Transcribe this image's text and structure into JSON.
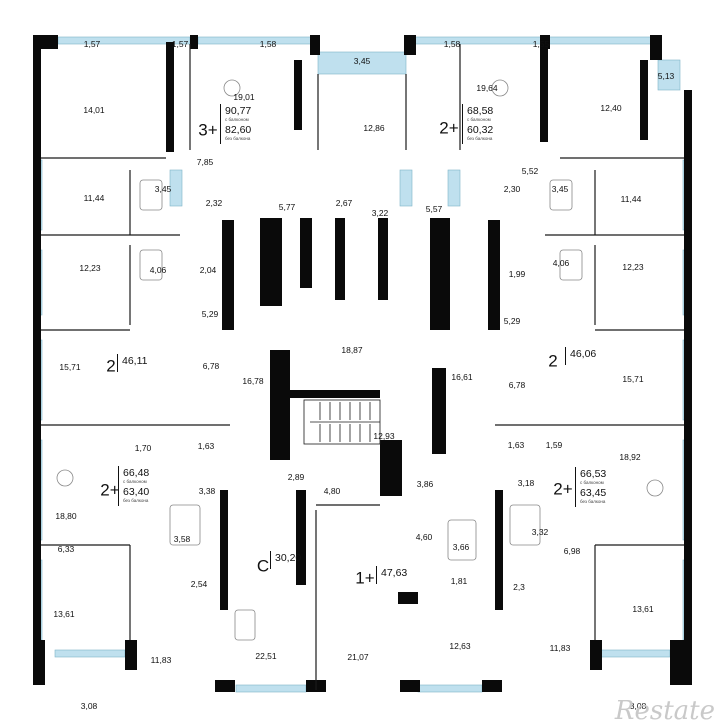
{
  "rooms": [
    "1,57",
    "1,57",
    "1,58",
    "3,45",
    "1,58",
    "1,55",
    "5,13",
    "14,01",
    "19,01",
    "12,86",
    "19,64",
    "12,40",
    "7,85",
    "5,52",
    "11,44",
    "3,45",
    "2,32",
    "5,77",
    "2,67",
    "3,22",
    "5,57",
    "2,30",
    "3,45",
    "11,44",
    "12,23",
    "4,06",
    "2,04",
    "1,99",
    "4,06",
    "12,23",
    "5,29",
    "5,29",
    "18,87",
    "15,71",
    "6,78",
    "16,78",
    "16,61",
    "6,78",
    "15,71",
    "1,70",
    "1,63",
    "12,93",
    "1,63",
    "1,59",
    "18,92",
    "2,89",
    "3,38",
    "4,80",
    "3,86",
    "3,18",
    "18,80",
    "3,58",
    "4,60",
    "3,66",
    "3,32",
    "6,33",
    "2,54",
    "1,81",
    "2,3",
    "6,98",
    "13,61",
    "13,61",
    "11,83",
    "22,51",
    "21,07",
    "12,63",
    "11,83",
    "3,08",
    "3,08"
  ],
  "apartments": [
    {
      "rooms": "3+",
      "total": "90,77",
      "note_with": "с балконом",
      "alt": "82,60",
      "note_without": "без балкона"
    },
    {
      "rooms": "2+",
      "total": "68,58",
      "note_with": "с балконом",
      "alt": "60,32",
      "note_without": "без балкона"
    },
    {
      "rooms": "2",
      "total": "46,11"
    },
    {
      "rooms": "2",
      "total": "46,06"
    },
    {
      "rooms": "2+",
      "total": "66,48",
      "note_with": "с балконом",
      "alt": "63,40",
      "note_without": "без балкона"
    },
    {
      "rooms": "2+",
      "total": "66,53",
      "note_with": "с балконом",
      "alt": "63,45",
      "note_without": "без балкона"
    },
    {
      "rooms": "C",
      "total": "30,20"
    },
    {
      "rooms": "1+",
      "total": "47,63"
    }
  ],
  "watermark": "Restate",
  "colors": {
    "wall": "#0a0a0a",
    "window": "#bfe0ee",
    "line": "#1a1a1a",
    "fixture": "#888888"
  }
}
